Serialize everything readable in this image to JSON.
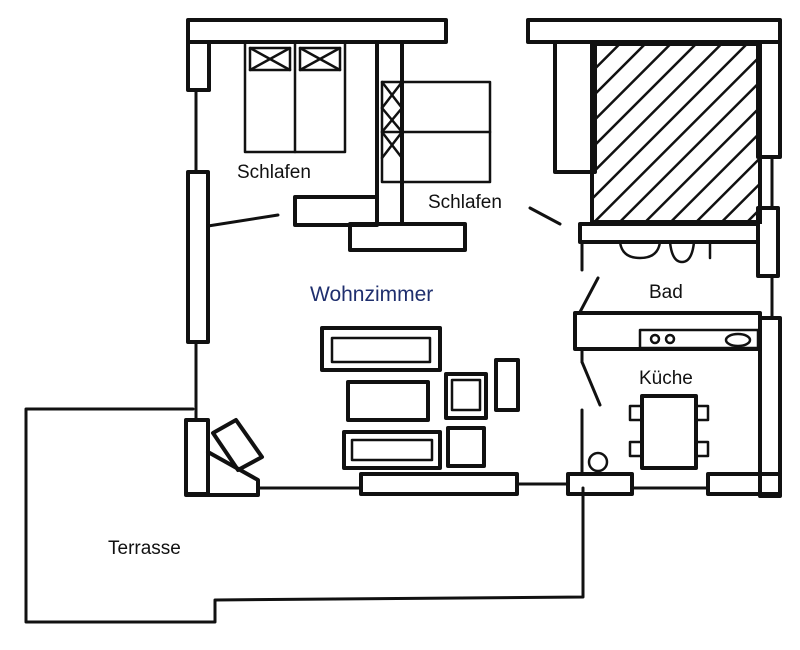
{
  "rooms": {
    "schlafen_1": "Schlafen",
    "schlafen_2": "Schlafen",
    "wohnzimmer": "Wohnzimmer",
    "bad": "Bad",
    "kueche": "Küche",
    "terrasse": "Terrasse"
  },
  "colors": {
    "ink": "#111111",
    "accent": "#1f2f6e",
    "background": "#ffffff"
  }
}
